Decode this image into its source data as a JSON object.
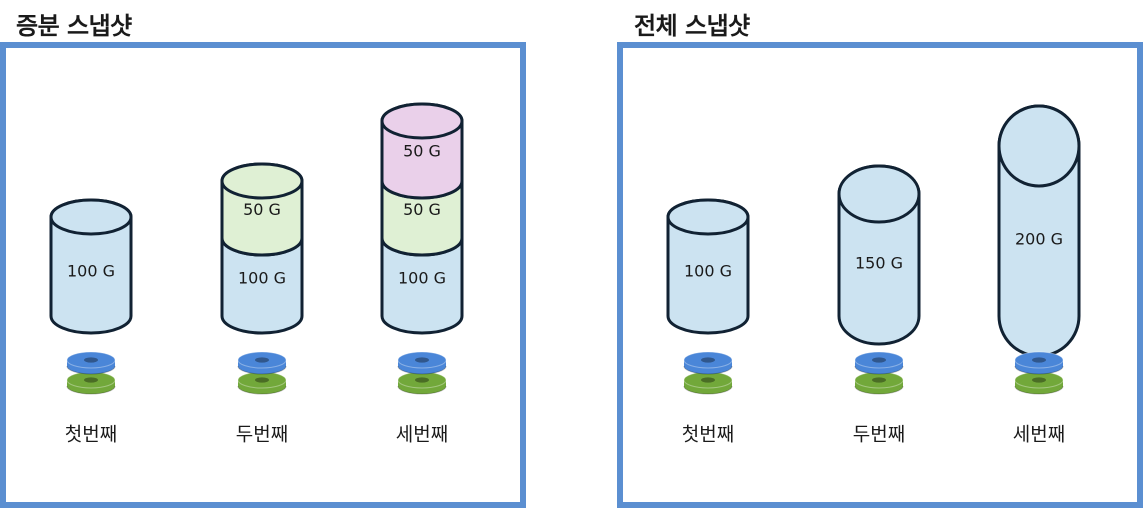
{
  "panels": [
    {
      "title": "증분 스냅샷",
      "snapshots": [
        {
          "label": "첫번째",
          "segments": [
            {
              "text": "100 G",
              "fill": "#cce3f1"
            }
          ]
        },
        {
          "label": "두번째",
          "segments": [
            {
              "text": "100 G",
              "fill": "#cce3f1"
            },
            {
              "text": "50 G",
              "fill": "#dff0d4"
            }
          ]
        },
        {
          "label": "세번째",
          "segments": [
            {
              "text": "100 G",
              "fill": "#cce3f1"
            },
            {
              "text": "50 G",
              "fill": "#dff0d4"
            },
            {
              "text": "50 G",
              "fill": "#ead0ea"
            }
          ]
        }
      ]
    },
    {
      "title": "전체 스냅샷",
      "snapshots": [
        {
          "label": "첫번째",
          "segments": [
            {
              "text": "100 G",
              "fill": "#cce3f1"
            }
          ]
        },
        {
          "label": "두번째",
          "segments": [
            {
              "text": "150 G",
              "fill": "#cce3f1"
            }
          ]
        },
        {
          "label": "세번째",
          "segments": [
            {
              "text": "200 G",
              "fill": "#cce3f1"
            }
          ]
        }
      ]
    }
  ],
  "colors": {
    "frame": "#5b8fd1",
    "outline": "#112233",
    "disk_top": "#4a86d8",
    "disk_bottom": "#72a83a"
  }
}
